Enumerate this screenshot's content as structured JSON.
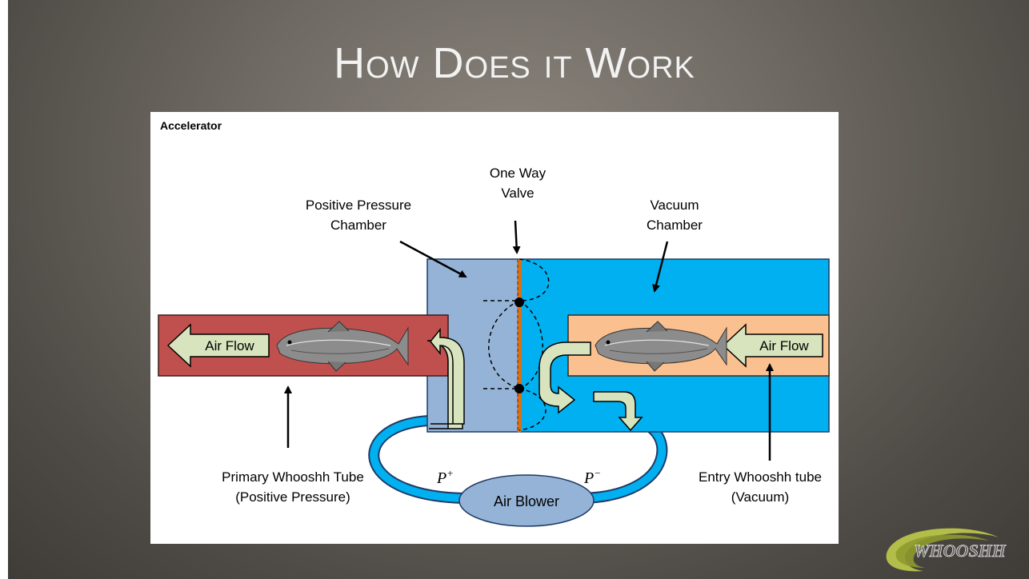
{
  "slide": {
    "title": "How Does it Work"
  },
  "diagram": {
    "panel_label": "Accelerator",
    "labels": {
      "valve_line1": "One Way",
      "valve_line2": "Valve",
      "positive_line1": "Positive Pressure",
      "positive_line2": "Chamber",
      "vacuum_line1": "Vacuum",
      "vacuum_line2": "Chamber",
      "primary_line1": "Primary Whooshh Tube",
      "primary_line2": "(Positive Pressure)",
      "entry_line1": "Entry Whooshh tube",
      "entry_line2": "(Vacuum)",
      "p_plus": "P",
      "p_plus_sup": "+",
      "p_minus": "P",
      "p_minus_sup": "−",
      "air_blower": "Air Blower",
      "air_flow_left": "Air Flow",
      "air_flow_right": "Air Flow"
    },
    "colors": {
      "positive_tube": "#c0504d",
      "positive_chamber": "#95b3d7",
      "vacuum_chamber": "#00b0f0",
      "entry_tube": "#fac090",
      "valve": "#e46c0a",
      "flow_arrow": "#d7e4bd",
      "blower": "#95b3d7",
      "loop": "#0094d9"
    },
    "icons": [
      "salmon-icon-left",
      "salmon-icon-right"
    ]
  },
  "logo": {
    "text": "WHOOSHH"
  }
}
